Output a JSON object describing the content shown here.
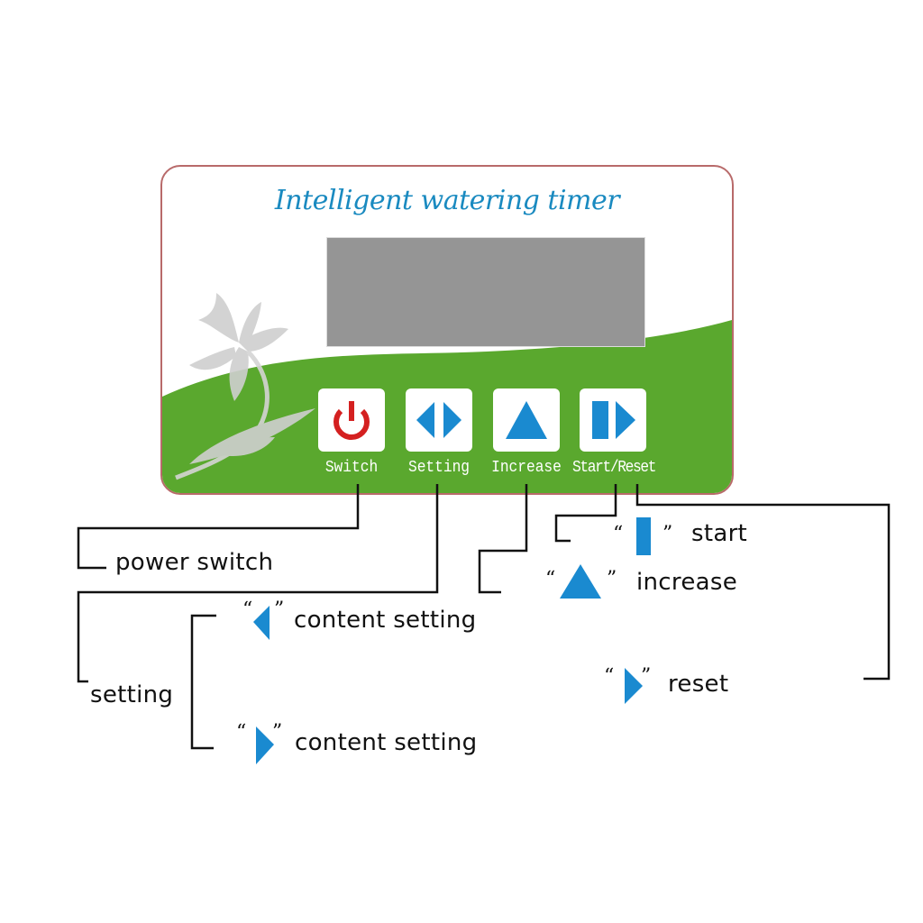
{
  "panel": {
    "title": "Intelligent watering timer",
    "buttons": [
      {
        "label": "Switch",
        "icon": "power-icon"
      },
      {
        "label": "Setting",
        "icon": "left-right-arrows-icon"
      },
      {
        "label": "Increase",
        "icon": "up-triangle-icon"
      },
      {
        "label": "Start/Reset",
        "icon": "bar-right-arrow-icon"
      }
    ]
  },
  "annotations": {
    "power_switch": "power switch",
    "setting": "setting",
    "content_setting_left": "content setting",
    "content_setting_right": "content setting",
    "start": "start",
    "increase": "increase",
    "reset": "reset",
    "open_quote": "“",
    "close_quote": "”"
  },
  "colors": {
    "green": "#5aa82e",
    "blue": "#1a8ad0",
    "red": "#d42020",
    "lcd": "#959595",
    "title": "#1a8ac0"
  }
}
